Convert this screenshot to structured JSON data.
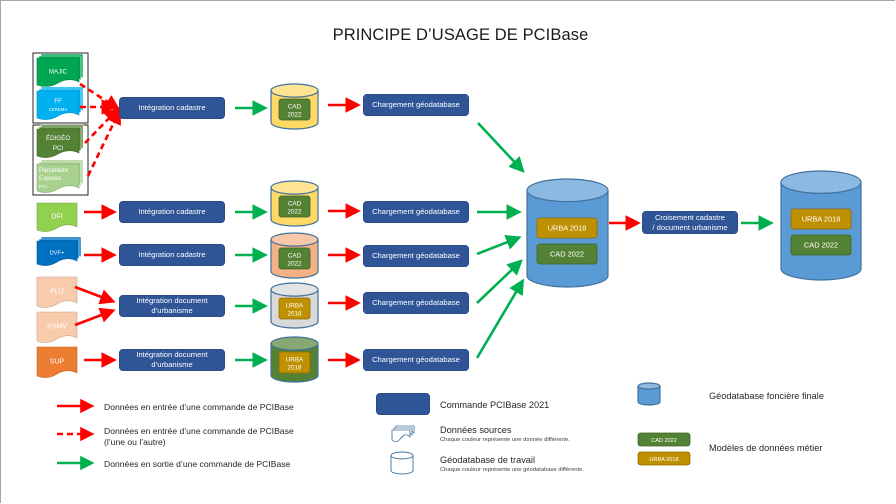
{
  "title": "PRINCIPE D’USAGE DE PCIBase",
  "colors": {
    "command": "#2f5597",
    "input_arrow": "#ff0000",
    "output_arrow": "#00b050",
    "final_db": "#5b9bd5",
    "model_cad": "#548235",
    "model_urba": "#bf9000"
  },
  "sources": [
    {
      "id": "majic",
      "label": "MAJIC",
      "sublabel": "",
      "color": "#00a651"
    },
    {
      "id": "ff",
      "label": "FF",
      "sublabel": "CEREMA",
      "color": "#00b0f0"
    },
    {
      "id": "edigeo",
      "label": "ÉDIGÉO",
      "sublabel": "PCI",
      "color": "#548235"
    },
    {
      "id": "parcellaire",
      "label": "Parcellaire",
      "sublabel": "Express PCI",
      "color": "#a9d18e"
    },
    {
      "id": "dfi",
      "label": "DFI",
      "sublabel": "",
      "color": "#92d050"
    },
    {
      "id": "dvf",
      "label": "DVF+",
      "sublabel": "",
      "color": "#0070c0"
    },
    {
      "id": "plu",
      "label": "PLU",
      "sublabel": "",
      "color": "#f8cbad"
    },
    {
      "id": "psmv",
      "label": "PSMV",
      "sublabel": "",
      "color": "#f8cbad"
    },
    {
      "id": "sup",
      "label": "SUP",
      "sublabel": "",
      "color": "#ed7d31"
    }
  ],
  "integration_commands": [
    {
      "label_line1": "Intégration cadastre",
      "label_line2": ""
    },
    {
      "label_line1": "Intégration cadastre",
      "label_line2": ""
    },
    {
      "label_line1": "Intégration cadastre",
      "label_line2": ""
    },
    {
      "label_line1": "Intégration document",
      "label_line2": "d’urbanisme"
    },
    {
      "label_line1": "Intégration document",
      "label_line2": "d’urbanisme"
    }
  ],
  "work_databases": [
    {
      "model_line1": "CAD",
      "model_line2": "2022",
      "db_color": "#ffd966",
      "model_color": "#548235"
    },
    {
      "model_line1": "CAD",
      "model_line2": "2022",
      "db_color": "#ffd966",
      "model_color": "#548235"
    },
    {
      "model_line1": "CAD",
      "model_line2": "2022",
      "db_color": "#f4b183",
      "model_color": "#548235"
    },
    {
      "model_line1": "URBA",
      "model_line2": "2018",
      "db_color": "#d9d9d9",
      "model_color": "#bf9000"
    },
    {
      "model_line1": "URBA",
      "model_line2": "2018",
      "db_color": "#548235",
      "model_color": "#bf9000"
    }
  ],
  "load_commands": [
    {
      "label": "Chargement géodatabase"
    },
    {
      "label": "Chargement géodatabase"
    },
    {
      "label": "Chargement géodatabase"
    },
    {
      "label": "Chargement géodatabase"
    },
    {
      "label": "Chargement géodatabase"
    }
  ],
  "central_db": {
    "models": [
      "URBA 2018",
      "CAD 2022"
    ]
  },
  "cross_command": {
    "line1": "Croisement cadastre",
    "line2": "/ document urbanisme"
  },
  "final_db": {
    "models": [
      "URBA 2018",
      "CAD 2022"
    ]
  },
  "legend": {
    "input_solid": "Données en entrée d’une commande de PCIBase",
    "input_dashed_line1": "Données en entrée d’une commande de PCIBase",
    "input_dashed_line2": "(l’une ou l’autre)",
    "output": "Données en sortie d’une commande de PCIBase",
    "command": "Commande PCIBase 2021",
    "sources_title": "Données sources",
    "sources_note": "Chaque couleur représente une donnée différente.",
    "workdb_title": "Géodatabase de travail",
    "workdb_note": "Chaque couleur représente une géodatabase différente.",
    "final_db": "Géodatabase foncière finale",
    "models_title": "Modèles de données métier",
    "model_cad": "CAD 2022",
    "model_urba": "URBA 2018"
  }
}
